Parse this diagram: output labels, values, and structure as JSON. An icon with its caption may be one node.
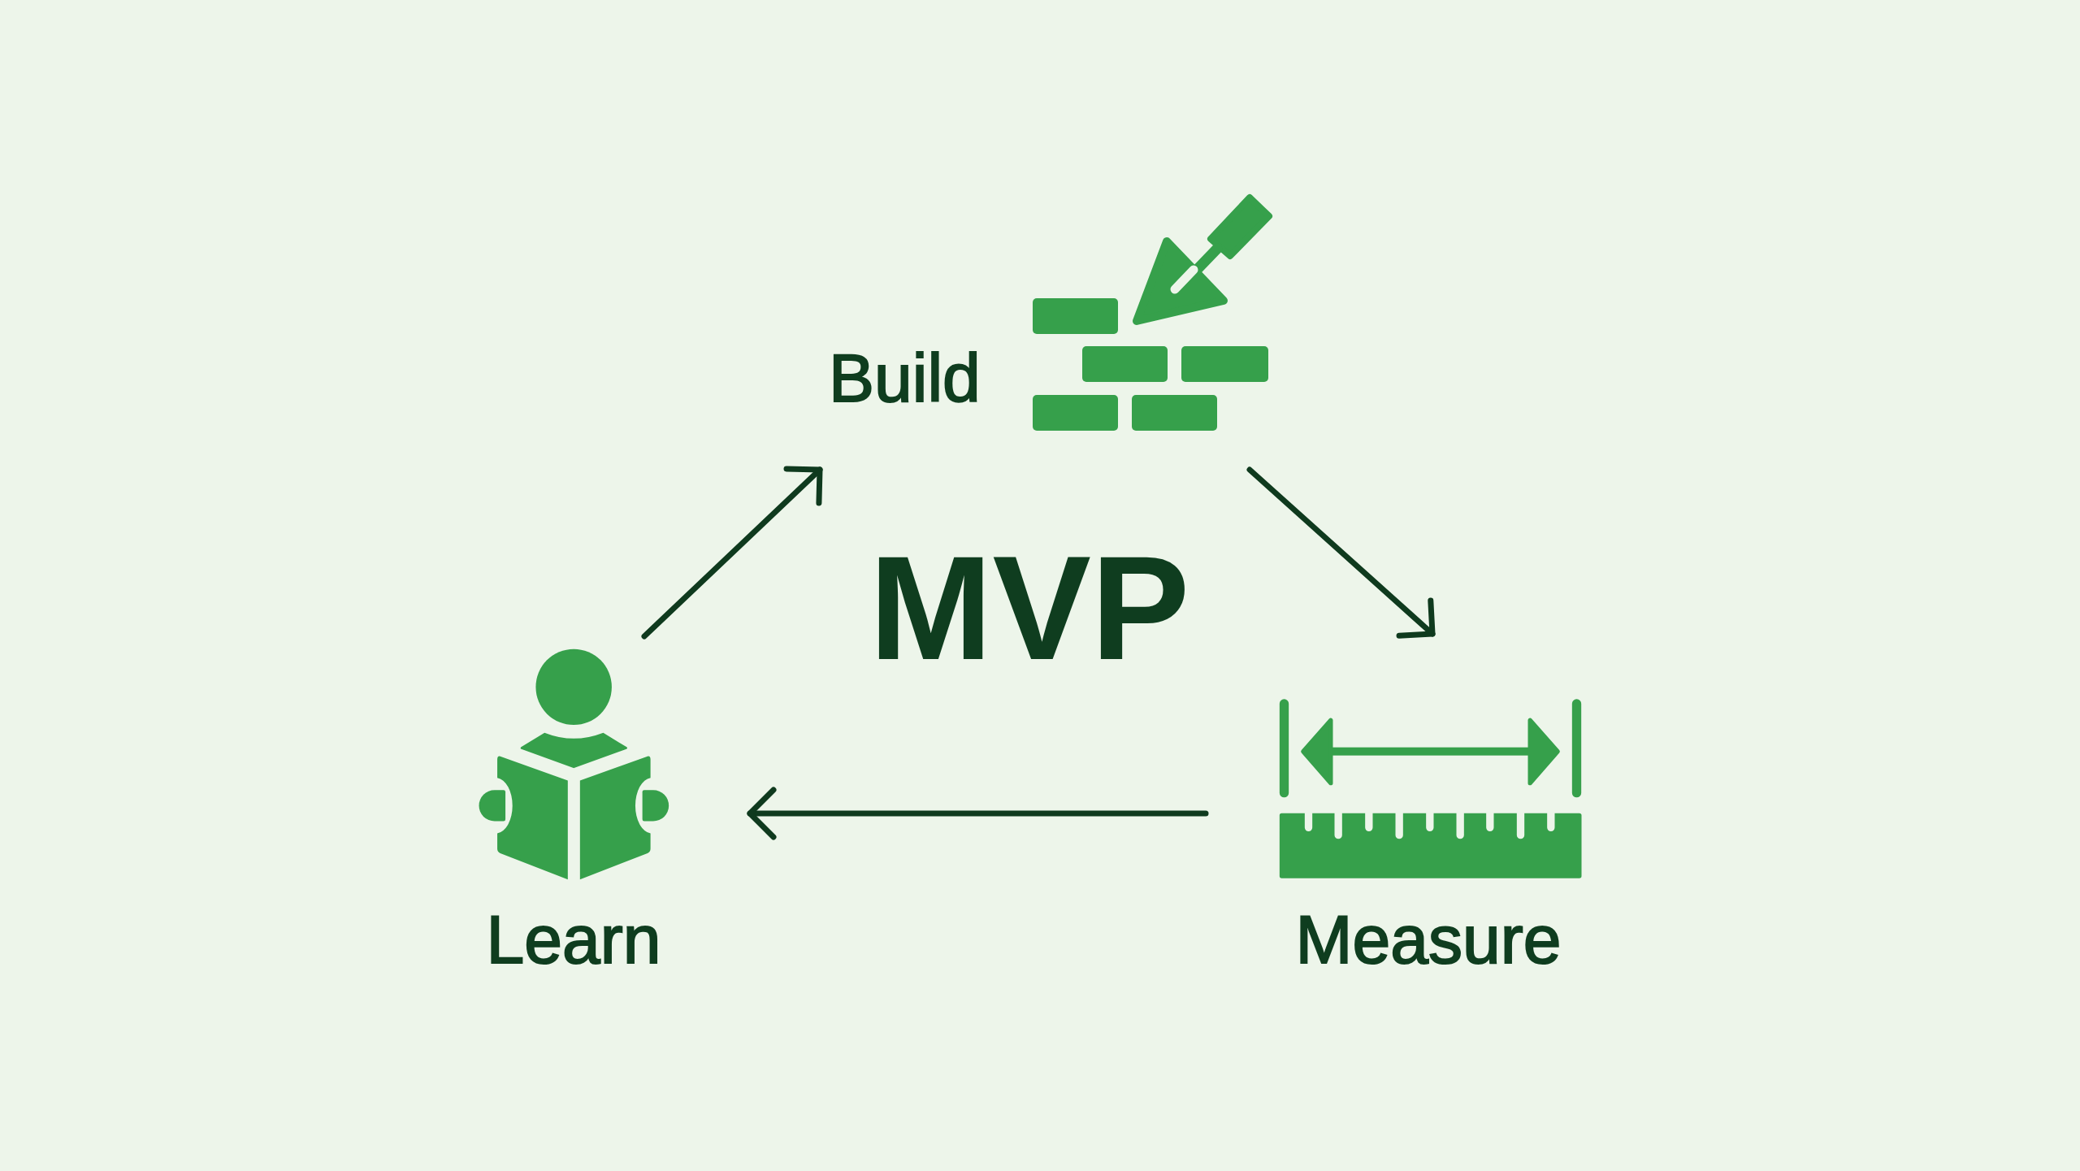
{
  "diagram": {
    "nodes": [
      {
        "text": [
          "Build"
        ]
      },
      {
        "text": [
          "Learn"
        ]
      },
      {
        "text": [
          "Measure"
        ]
      }
    ],
    "edges": [
      {
        "from": 0,
        "to": 2,
        "arrow": "to"
      },
      {
        "from": 2,
        "to": 1,
        "arrow": "to"
      },
      {
        "from": 1,
        "to": 0,
        "arrow": "to"
      }
    ],
    "labels": [
      "MVP"
    ]
  }
}
